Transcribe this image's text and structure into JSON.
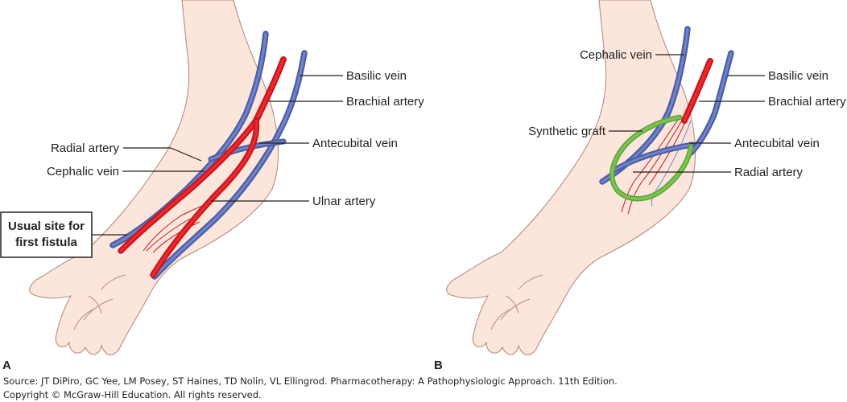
{
  "panel_a": {
    "letter": "A",
    "labels": {
      "basilic_vein": "Basilic vein",
      "brachial_artery": "Brachial artery",
      "radial_artery": "Radial artery",
      "antecubital_vein": "Antecubital vein",
      "cephalic_vein": "Cephalic vein",
      "ulnar_artery": "Ulnar artery"
    },
    "callout": {
      "line1": "Usual site for",
      "line2": "first fistula"
    }
  },
  "panel_b": {
    "letter": "B",
    "labels": {
      "cephalic_vein": "Cephalic vein",
      "basilic_vein": "Basilic vein",
      "brachial_artery": "Brachial artery",
      "synthetic_graft": "Synthetic graft",
      "antecubital_vein": "Antecubital vein",
      "radial_artery": "Radial artery"
    }
  },
  "colors": {
    "skin": "#fce6dc",
    "vein": "#4a5ea8",
    "artery": "#c8161d",
    "graft": "#58a43b"
  },
  "caption": {
    "source": "Source: JT DiPiro, GC Yee, LM Posey, ST Haines, TD Nolin, VL Ellingrod. Pharmacotherapy: A Pathophysiologic Approach. 11th Edition.",
    "copyright": "Copyright © McGraw-Hill Education. All rights reserved."
  }
}
